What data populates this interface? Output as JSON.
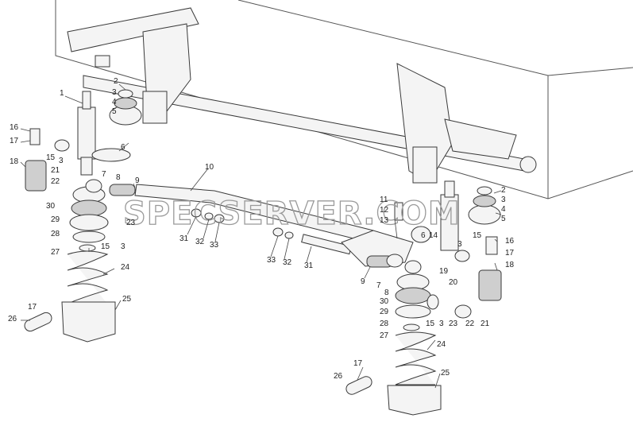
{
  "watermark": "SPECSERVER.COM",
  "left_labels": [
    "1",
    "2",
    "3",
    "4",
    "5",
    "16",
    "17",
    "18",
    "15",
    "3",
    "22",
    "21",
    "6",
    "7",
    "8",
    "9",
    "10",
    "30",
    "29",
    "28",
    "23",
    "15",
    "3",
    "27",
    "24",
    "25",
    "17",
    "26",
    "31",
    "32",
    "33"
  ],
  "right_labels": [
    "2",
    "3",
    "4",
    "5",
    "11",
    "12",
    "13",
    "6",
    "14",
    "3",
    "15",
    "16",
    "17",
    "18",
    "33",
    "32",
    "31",
    "9",
    "7",
    "8",
    "30",
    "29",
    "28",
    "27",
    "19",
    "20",
    "23",
    "22",
    "21",
    "15",
    "3",
    "24",
    "25",
    "17",
    "26"
  ]
}
